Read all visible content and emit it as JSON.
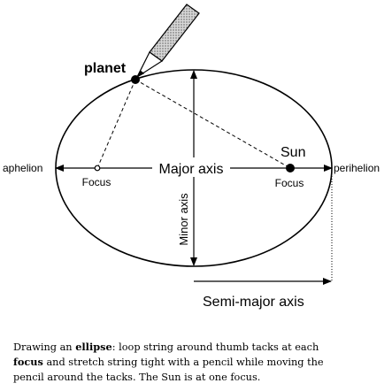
{
  "diagram": {
    "labels": {
      "planet": "planet",
      "sun": "Sun",
      "major_axis": "Major axis",
      "minor_axis": "Minor axis",
      "semi_major_axis": "Semi-major axis",
      "aphelion": "aphelion",
      "perihelion": "perihelion",
      "focus_left": "Focus",
      "focus_right": "Focus"
    }
  },
  "caption": {
    "intro": "Drawing an ",
    "ellipse": "ellipse",
    "text_1": ": loop string around thumb tacks at each",
    "focus": "focus",
    "text_2": " and stretch string tight with a pencil while moving the",
    "line_3": "pencil around the tacks. The Sun is at one focus."
  }
}
